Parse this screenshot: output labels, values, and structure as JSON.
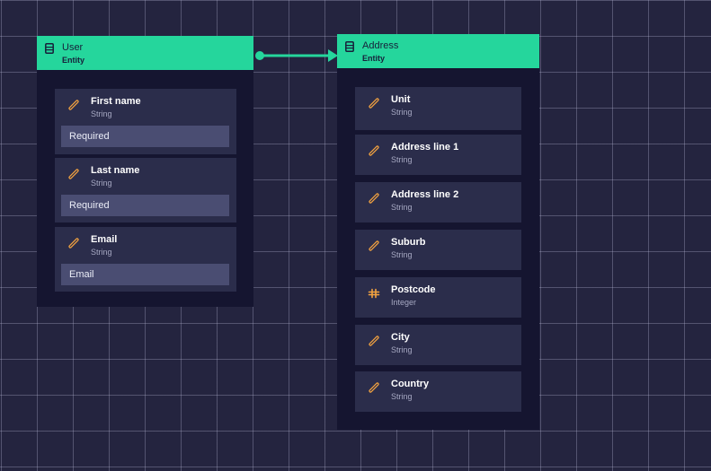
{
  "canvas": {
    "background": "#24243f",
    "grid_color": "#b9b9d7",
    "header_color": "#25d69c",
    "field_icon_color": "#f4a340"
  },
  "entities": [
    {
      "name": "User",
      "kind": "Entity",
      "icon": "database-icon",
      "fields": [
        {
          "name": "First name",
          "type": "String",
          "icon": "link-icon",
          "validation": "Required"
        },
        {
          "name": "Last name",
          "type": "String",
          "icon": "link-icon",
          "validation": "Required"
        },
        {
          "name": "Email",
          "type": "String",
          "icon": "link-icon",
          "validation": "Email"
        }
      ]
    },
    {
      "name": "Address",
      "kind": "Entity",
      "icon": "database-icon",
      "fields": [
        {
          "name": "Unit",
          "type": "String",
          "icon": "link-icon"
        },
        {
          "name": "Address line 1",
          "type": "String",
          "icon": "link-icon"
        },
        {
          "name": "Address line 2",
          "type": "String",
          "icon": "link-icon"
        },
        {
          "name": "Suburb",
          "type": "String",
          "icon": "link-icon"
        },
        {
          "name": "Postcode",
          "type": "Integer",
          "icon": "number-icon"
        },
        {
          "name": "City",
          "type": "String",
          "icon": "link-icon"
        },
        {
          "name": "Country",
          "type": "String",
          "icon": "link-icon"
        }
      ]
    }
  ],
  "relations": [
    {
      "from": "User",
      "to": "Address"
    }
  ]
}
